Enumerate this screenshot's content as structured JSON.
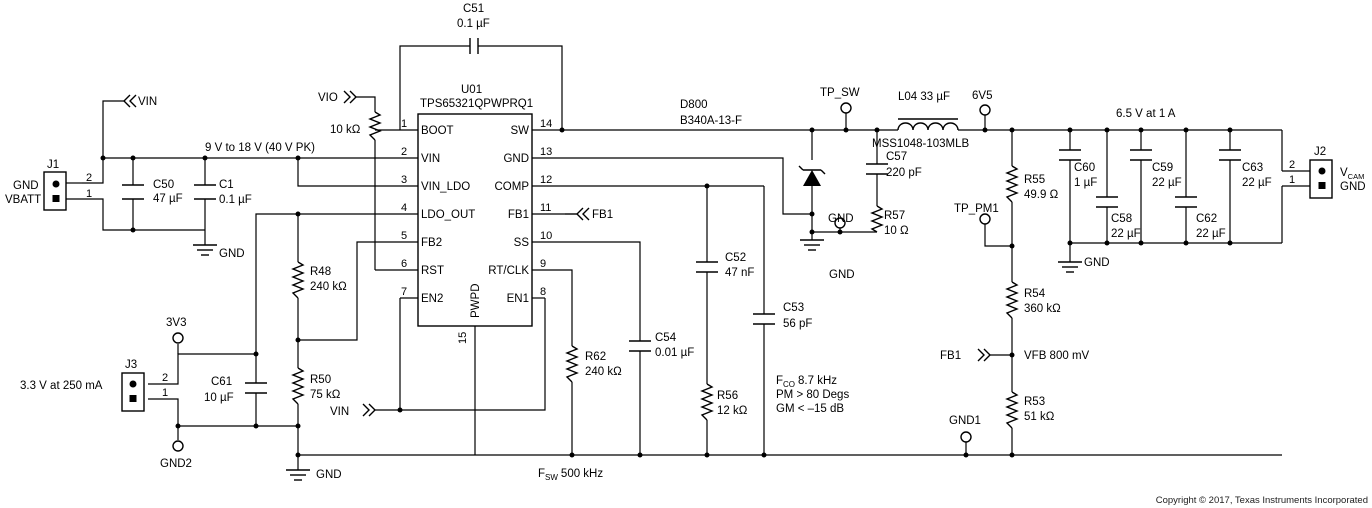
{
  "labels": {
    "c51": "C51",
    "c51_val": "0.1 µF",
    "vio": "VIO",
    "vin_top": "VIN",
    "u01": "U01",
    "u01_part": "TPS65321QPWPRQ1",
    "r_vio": "10 kΩ",
    "input_range": "9 V to 18 V (40 V PK)",
    "j1": "J1",
    "j1_gnd": "GND",
    "j1_vbatt": "VBATT",
    "j1_p2": "2",
    "j1_p1": "1",
    "c50": "C50",
    "c50_val": "47 µF",
    "c1": "C1",
    "c1_val": "0.1 µF",
    "gnd_in": "GND",
    "pin_boot": "BOOT",
    "pin_vin": "VIN",
    "pin_vinldo": "VIN_LDO",
    "pin_ldoout": "LDO_OUT",
    "pin_fb2": "FB2",
    "pin_rst": "RST",
    "pin_en2": "EN2",
    "pin_pwpd": "PWPD",
    "pin_sw": "SW",
    "pin_gnd": "GND",
    "pin_comp": "COMP",
    "pin_fb1": "FB1",
    "pin_ss": "SS",
    "pin_rtclk": "RT/CLK",
    "pin_en1": "EN1",
    "n1": "1",
    "n2": "2",
    "n3": "3",
    "n4": "4",
    "n5": "5",
    "n6": "6",
    "n7": "7",
    "n14": "14",
    "n13": "13",
    "n12": "12",
    "n11": "11",
    "n10": "10",
    "n9": "9",
    "n8": "8",
    "n15": "15",
    "fb1_in": "FB1",
    "r48": "R48",
    "r48_val": "240 kΩ",
    "r50": "R50",
    "r50_val": "75 kΩ",
    "vin_bottom": "VIN",
    "v3v3": "3V3",
    "j3": "J3",
    "j3_desc": "3.3 V at 250 mA",
    "j3_p2": "2",
    "j3_p1": "1",
    "c61": "C61",
    "c61_val": "10 µF",
    "gnd2": "GND2",
    "gnd_bot": "GND",
    "fsw": "500 kHz",
    "fsw_sym": "F",
    "fsw_sub": "SW",
    "r62": "R62",
    "r62_val": "240 kΩ",
    "c54": "C54",
    "c54_val": "0.01 µF",
    "c52": "C52",
    "c52_val": "47 nF",
    "c53": "C53",
    "c53_val": "56 pF",
    "r56": "R56",
    "r56_val": "12 kΩ",
    "fco_sym": "F",
    "fco_sub": "CO",
    "fco": "8.7 kHz",
    "pm": "PM > 80 Degs",
    "gm": "GM < –15 dB",
    "d800": "D800",
    "d800_part": "B340A-13-F",
    "tp_sw": "TP_SW",
    "l04": "L04 33 µF",
    "l04_part": "MSS1048-103MLB",
    "v6v5": "6V5",
    "c57": "C57",
    "c57_val": "220 pF",
    "r57": "R57",
    "r57_val": "10 Ω",
    "gnd_snub": "GND",
    "gnd_diode": "GND",
    "tp_pm1": "TP_PM1",
    "r55": "R55",
    "r55_val": "49.9 Ω",
    "r54": "R54",
    "r54_val": "360 kΩ",
    "fb1_out": "FB1",
    "vfb": "VFB 800 mV",
    "r53": "R53",
    "r53_val": "51 kΩ",
    "gnd1": "GND1",
    "out_desc": "6.5 V at 1 A",
    "c60": "C60",
    "c60_val": "1 µF",
    "c58": "C58",
    "c58_val": "22 µF",
    "c59": "C59",
    "c59_val": "22 µF",
    "c62": "C62",
    "c62_val": "22 µF",
    "c63": "C63",
    "c63_val": "22 µF",
    "gnd_out": "GND",
    "j2": "J2",
    "j2_p2": "2",
    "j2_p1": "1",
    "vcam": "V",
    "vcam_sub": "CAM",
    "j2_gnd": "GND",
    "copyright": "Copyright © 2017, Texas Instruments Incorporated"
  }
}
